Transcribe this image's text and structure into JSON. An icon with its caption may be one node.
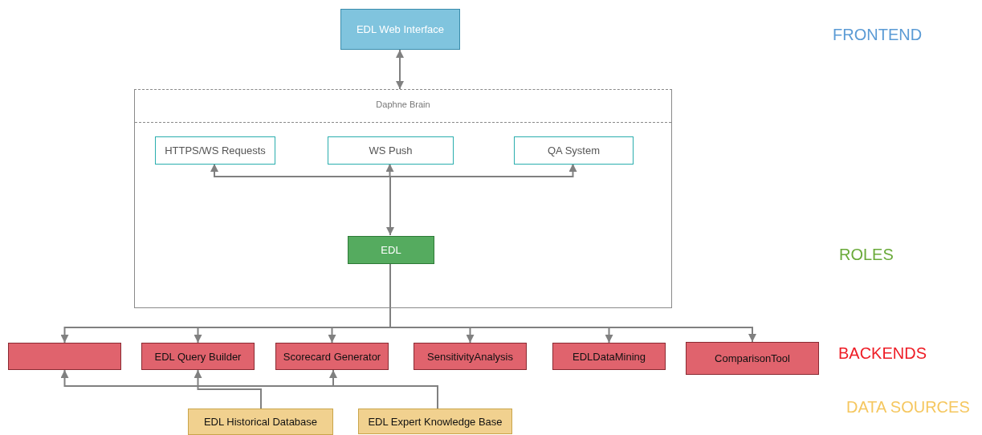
{
  "diagram": {
    "nodes": [
      {
        "text": [
          "EDL Web Interface"
        ]
      },
      {
        "text": [
          "Daphne Brain"
        ]
      },
      {
        "text": [
          "HTTPS/WS Requests"
        ],
        "in": 1
      },
      {
        "text": [
          "WS Push"
        ],
        "in": 1
      },
      {
        "text": [
          "QA System"
        ],
        "in": 1
      },
      {
        "text": [
          "EDL"
        ],
        "in": 1
      },
      {
        "text": [],
        "shape": "box"
      },
      {
        "text": [
          "EDL Query Builder"
        ]
      },
      {
        "text": [
          "Scorecard Generator"
        ]
      },
      {
        "text": [
          "SensitivityAnalysis"
        ]
      },
      {
        "text": [
          "EDLDataMining"
        ]
      },
      {
        "text": [
          "ComparisonTool"
        ]
      },
      {
        "text": [
          "EDL  Historical Database"
        ]
      },
      {
        "text": [
          "EDL Expert Knowledge Base"
        ]
      }
    ],
    "edges": [
      {
        "from": 0,
        "to": 1,
        "arrow": "both"
      },
      {
        "from": 5,
        "to": 2,
        "arrow": "to"
      },
      {
        "from": 5,
        "to": 3,
        "arrow": "both"
      },
      {
        "from": 5,
        "to": 4,
        "arrow": "to"
      },
      {
        "from": 5,
        "to": 6,
        "arrow": "to"
      },
      {
        "from": 5,
        "to": 7,
        "arrow": "to"
      },
      {
        "from": 5,
        "to": 8,
        "arrow": "to"
      },
      {
        "from": 5,
        "to": 9,
        "arrow": "to"
      },
      {
        "from": 5,
        "to": 10,
        "arrow": "to"
      },
      {
        "from": 5,
        "to": 11,
        "arrow": "to"
      },
      {
        "from": 12,
        "to": 7,
        "arrow": "to"
      },
      {
        "from": 13,
        "to": 6,
        "arrow": "to"
      },
      {
        "from": 13,
        "to": 8,
        "arrow": "to"
      }
    ],
    "labels": [
      "FRONTEND",
      "ROLES",
      "BACKENDS",
      "DATA  SOURCES"
    ]
  }
}
